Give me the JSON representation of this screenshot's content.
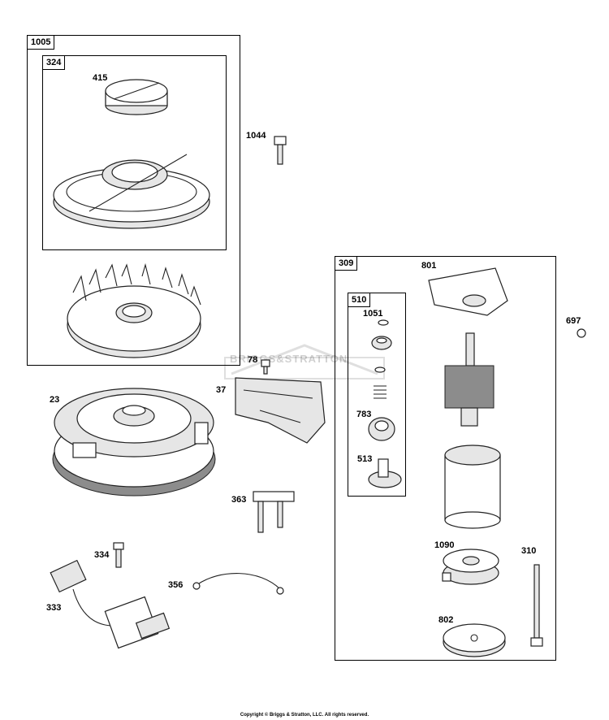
{
  "boxes": {
    "b1005": "1005",
    "b324": "324",
    "b309": "309",
    "b510": "510"
  },
  "labels": {
    "l415": "415",
    "l1044": "1044",
    "l801": "801",
    "l697": "697",
    "l1051": "1051",
    "l78": "78",
    "l37": "37",
    "l23": "23",
    "l783": "783",
    "l513": "513",
    "l363": "363",
    "l1090": "1090",
    "l310": "310",
    "l334": "334",
    "l356": "356",
    "l333": "333",
    "l802": "802"
  },
  "watermark": "BRIGGS&STRATTON",
  "copyright": "Copyright © Briggs & Stratton, LLC. All rights reserved."
}
